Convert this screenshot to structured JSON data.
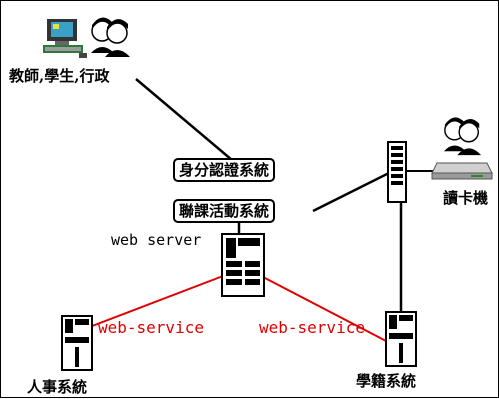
{
  "nodes": {
    "users_label": "教師,學生,行政",
    "identity_system": "身分認證系統",
    "course_system": "聯課活動系統",
    "web_server_label": "web server",
    "card_reader_label": "讀卡機",
    "hr_system": "人事系統",
    "registrar_system": "學籍系統"
  },
  "links": {
    "left_label": "web-service",
    "right_label": "web-service"
  },
  "colors": {
    "line_black": "#000000",
    "line_red": "#e00000"
  },
  "icons": [
    "computer-icon",
    "users-icon",
    "server-icon",
    "card-reader-icon"
  ]
}
